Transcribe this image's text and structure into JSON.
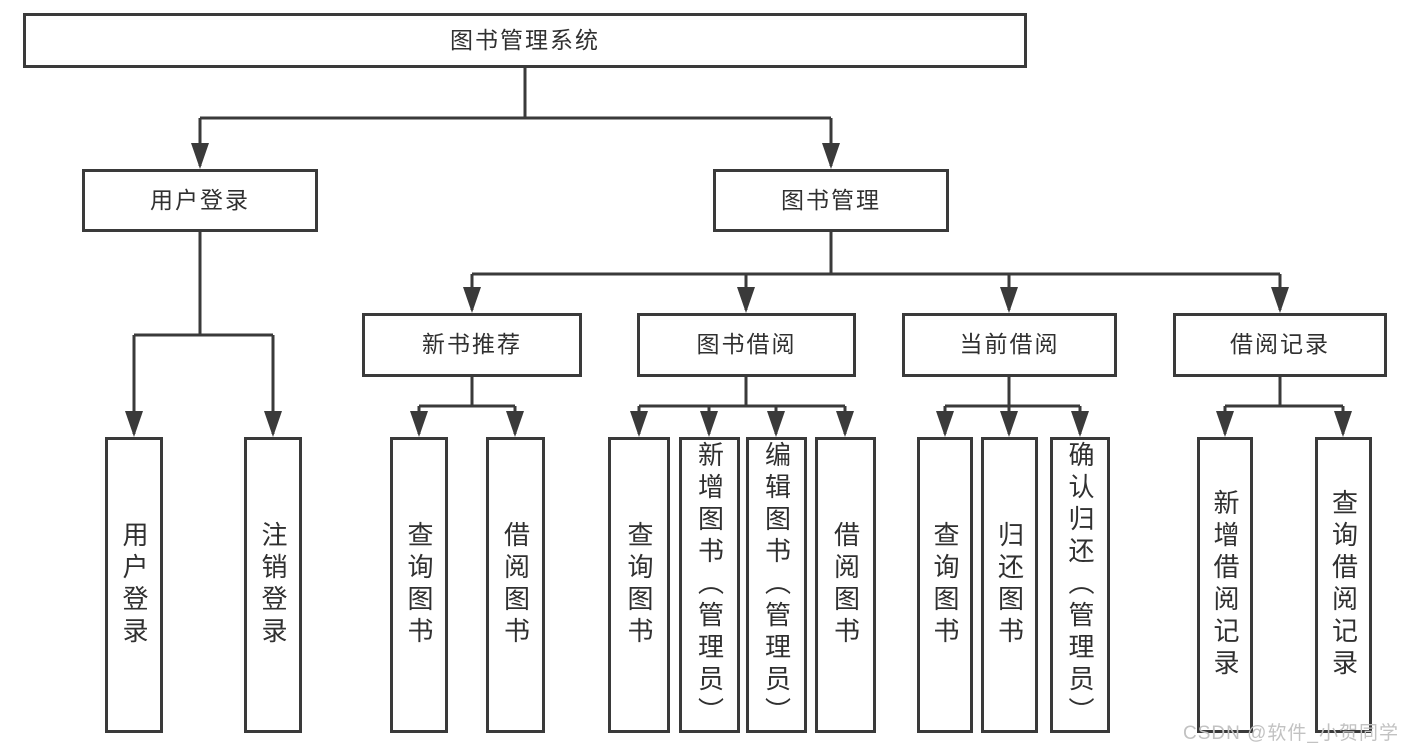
{
  "diagram": {
    "root": {
      "label": "图书管理系统"
    },
    "level2": [
      {
        "label": "用户登录"
      },
      {
        "label": "图书管理"
      }
    ],
    "level3": [
      {
        "label": "新书推荐"
      },
      {
        "label": "图书借阅"
      },
      {
        "label": "当前借阅"
      },
      {
        "label": "借阅记录"
      }
    ],
    "leaves": {
      "login": [
        "用户登录",
        "注销登录"
      ],
      "newbook": [
        "查询图书",
        "借阅图书"
      ],
      "borrow": [
        "查询图书",
        "新增图书（管理员）",
        "编辑图书（管理员）",
        "借阅图书"
      ],
      "current": [
        "查询图书",
        "归还图书",
        "确认归还（管理员）"
      ],
      "records": [
        "新增借阅记录",
        "查询借阅记录"
      ]
    },
    "watermark": "CSDN @软件_小贺同学"
  },
  "colors": {
    "line": "#3a3a3a",
    "text": "#303030",
    "background": "#ffffff",
    "watermark": "#c2c2c2"
  }
}
